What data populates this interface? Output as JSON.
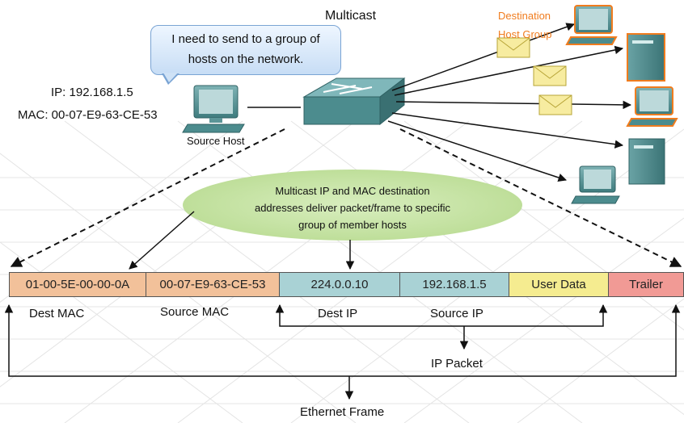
{
  "title": "Multicast",
  "speech_bubble": {
    "line1": "I need to send to a group of",
    "line2": "hosts on the network."
  },
  "source_host": {
    "ip_line": "IP: 192.168.1.5",
    "mac_line": "MAC: 00-07-E9-63-CE-53",
    "label": "Source Host"
  },
  "destination_group": {
    "label": "Destination Host Group"
  },
  "ellipse_note": {
    "line1": "Multicast IP and MAC destination",
    "line2": "addresses deliver packet/frame to specific",
    "line3": "group of member hosts"
  },
  "frame": {
    "cells": [
      {
        "text": "01-00-5E-00-00-0A",
        "color": "#f2c19a"
      },
      {
        "text": "00-07-E9-63-CE-53",
        "color": "#f2c19a"
      },
      {
        "text": "224.0.0.10",
        "color": "#a9d2d5"
      },
      {
        "text": "192.168.1.5",
        "color": "#a9d2d5"
      },
      {
        "text": "User Data",
        "color": "#f5ec90"
      },
      {
        "text": "Trailer",
        "color": "#f19a95"
      }
    ],
    "labels": {
      "dest_mac": "Dest MAC",
      "source_mac": "Source MAC",
      "dest_ip": "Dest IP",
      "source_ip": "Source IP"
    },
    "ip_packet": "IP Packet",
    "ethernet_frame": "Ethernet Frame"
  },
  "colors": {
    "host_teal": "#4c8c8e",
    "highlight_orange": "#f07c1e",
    "ellipse_green": "#c8e3a6",
    "envelope_yellow": "#f7eca0"
  }
}
